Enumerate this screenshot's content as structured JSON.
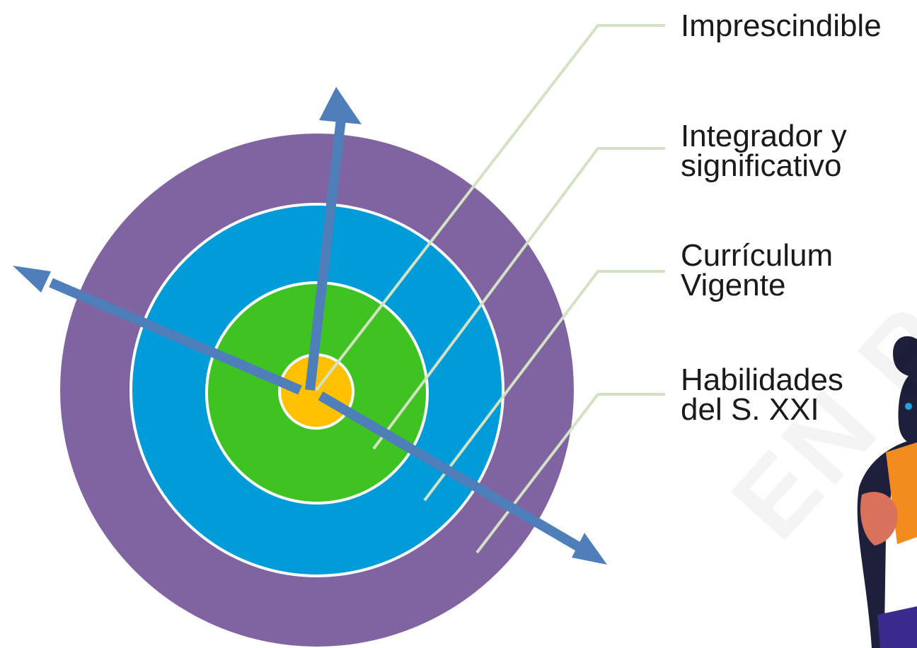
{
  "diagram": {
    "rings": [
      {
        "name": "Habilidades del S. XXI",
        "color": "#8064a2"
      },
      {
        "name": "Currículum Vigente",
        "color": "#009bd9"
      },
      {
        "name": "Integrador y significativo",
        "color": "#3ec322"
      },
      {
        "name": "Imprescindible",
        "color": "#ffc000"
      }
    ],
    "arrow_color": "#4e7fba",
    "leader_color": "#d4e2c4",
    "labels": [
      {
        "lines": [
          "Imprescindible"
        ]
      },
      {
        "lines": [
          "Integrador y",
          "significativo"
        ]
      },
      {
        "lines": [
          "Currículum",
          "Vigente"
        ]
      },
      {
        "lines": [
          "Habilidades",
          "del S. XXI"
        ]
      }
    ],
    "watermark": "EN R"
  }
}
